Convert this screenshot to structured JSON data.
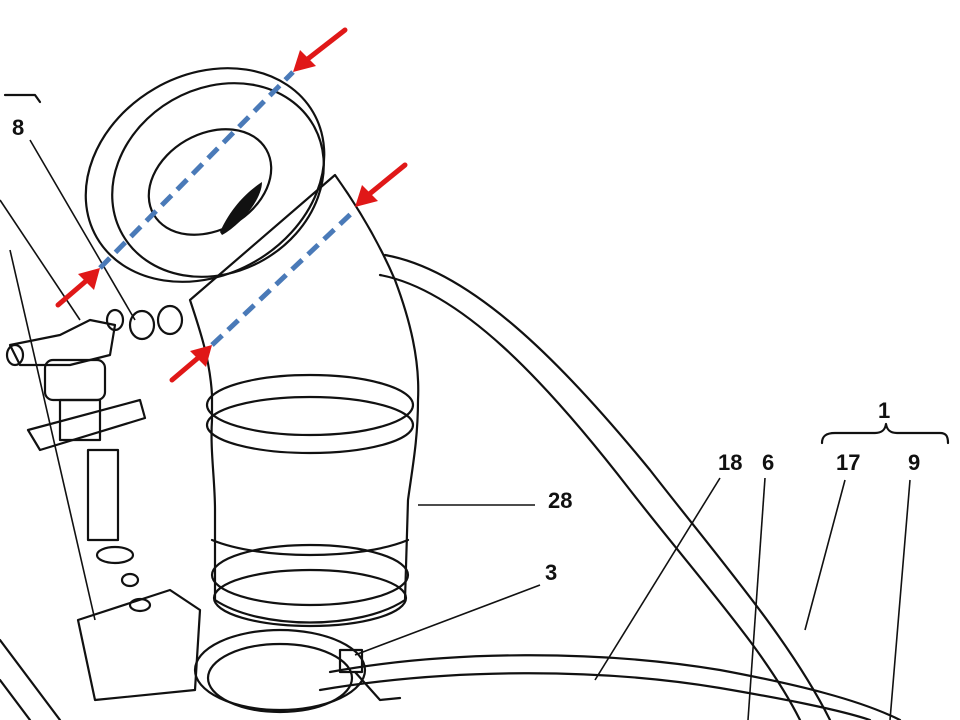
{
  "labels": {
    "part_8": "8",
    "part_28": "28",
    "part_3": "3",
    "part_18": "18",
    "part_6": "6",
    "part_1": "1",
    "part_17": "17",
    "part_9": "9"
  },
  "colors": {
    "measure_line": "#4a7ab8",
    "arrow": "#e01818",
    "line_art": "#111111"
  }
}
